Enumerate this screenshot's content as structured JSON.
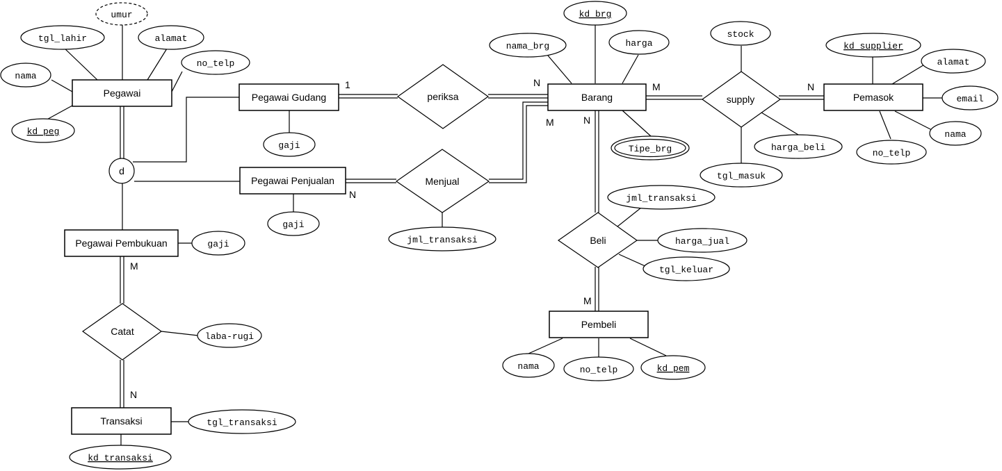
{
  "entities": {
    "pegawai": "Pegawai",
    "pegawai_gudang": "Pegawai Gudang",
    "pegawai_penjualan": "Pegawai Penjualan",
    "pegawai_pembukuan": "Pegawai Pembukuan",
    "transaksi": "Transaksi",
    "barang": "Barang",
    "pemasok": "Pemasok",
    "pembeli": "Pembeli"
  },
  "relationships": {
    "periksa": "periksa",
    "menjual": "Menjual",
    "supply": "supply",
    "beli": "Beli",
    "catat": "Catat"
  },
  "specialization": {
    "symbol": "d"
  },
  "attributes": {
    "pegawai_umur": "umur",
    "pegawai_tgl_lahir": "tgl_lahir",
    "pegawai_alamat": "alamat",
    "pegawai_no_telp": "no_telp",
    "pegawai_nama": "nama",
    "pegawai_kd_peg": "kd_peg",
    "gudang_gaji": "gaji",
    "penjualan_gaji": "gaji",
    "pembukuan_gaji": "gaji",
    "menjual_jml_transaksi": "jml_transaksi",
    "catat_laba_rugi": "laba-rugi",
    "transaksi_tgl_transaksi": "tgl_transaksi",
    "transaksi_kd_transaksi": "kd_transaksi",
    "barang_kd_brg": "kd_brg",
    "barang_nama_brg": "nama_brg",
    "barang_harga": "harga",
    "barang_tipe_brg": "Tipe_brg",
    "supply_stock": "stock",
    "supply_harga_beli": "harga_beli",
    "supply_tgl_masuk": "tgl_masuk",
    "pemasok_kd_supplier": "kd_supplier",
    "pemasok_alamat": "alamat",
    "pemasok_email": "email",
    "pemasok_nama": "nama",
    "pemasok_no_telp": "no_telp",
    "beli_jml_transaksi": "jml_transaksi",
    "beli_harga_jual": "harga_jual",
    "beli_tgl_keluar": "tgl_keluar",
    "pembeli_nama": "nama",
    "pembeli_no_telp": "no_telp",
    "pembeli_kd_pem": "kd_pem"
  },
  "cardinalities": {
    "gudang_periksa": "1",
    "periksa_barang": "N",
    "penjualan_menjual": "N",
    "menjual_barang": "M",
    "barang_supply": "M",
    "supply_pemasok": "N",
    "barang_beli": "N",
    "beli_pembeli": "M",
    "pembukuan_catat": "M",
    "catat_transaksi": "N"
  }
}
